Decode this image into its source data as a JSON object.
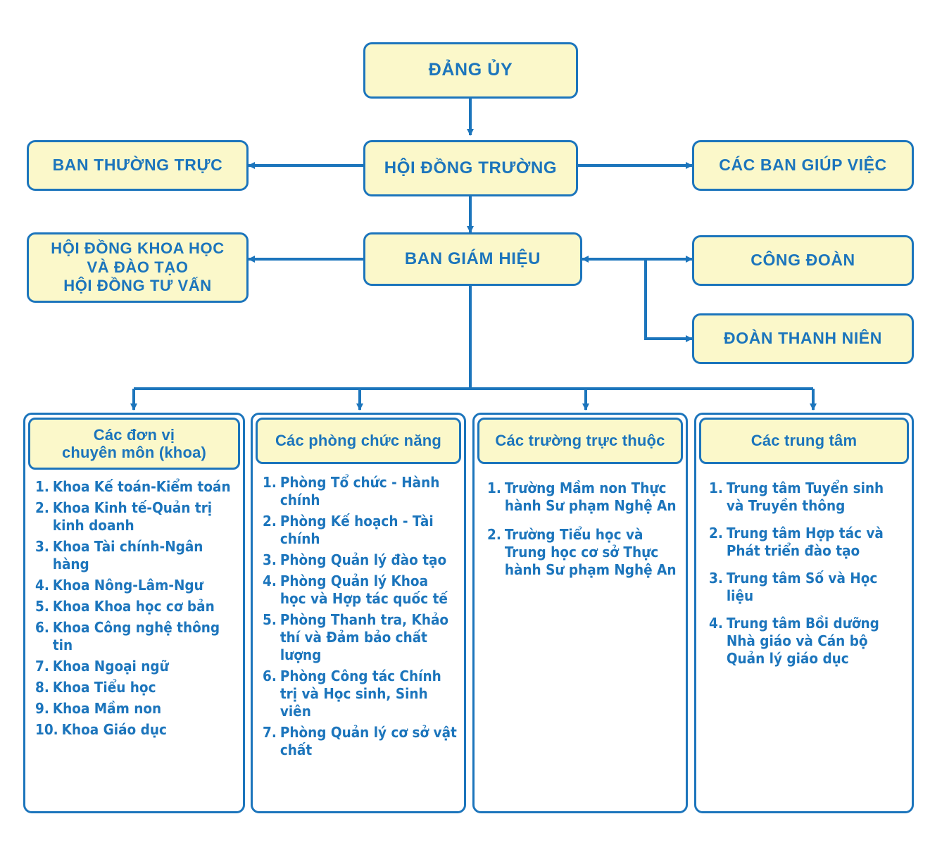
{
  "theme": {
    "box_fill": "#FBF8CA",
    "stroke": "#1C75BC",
    "text": "#1C75BC",
    "page_background": "#FFFFFF"
  },
  "chart_data": {
    "type": "diagram",
    "diagram_kind": "organizational-chart",
    "title": "",
    "nodes": [
      {
        "id": "dang-uy",
        "label": "ĐẢNG ỦY",
        "level": 1
      },
      {
        "id": "hoi-dong-truong",
        "label": "HỘI ĐỒNG TRƯỜNG",
        "level": 2
      },
      {
        "id": "ban-thuong-truc",
        "label": "BAN THƯỜNG TRỰC",
        "level": 2
      },
      {
        "id": "cac-ban-giup-viec",
        "label": "CÁC BAN GIÚP VIỆC",
        "level": 2
      },
      {
        "id": "ban-giam-hieu",
        "label": "BAN GIÁM HIỆU",
        "level": 3
      },
      {
        "id": "hoi-dong-khoa-hoc",
        "label": "HỘI ĐỒNG KHOA HỌC\nVÀ ĐÀO TẠO\nHỘI ĐỒNG TƯ VẤN",
        "level": 3
      },
      {
        "id": "cong-doan",
        "label": "CÔNG ĐOÀN",
        "level": 3
      },
      {
        "id": "doan-thanh-nien",
        "label": "ĐOÀN THANH NIÊN",
        "level": 3
      }
    ],
    "edges": [
      {
        "from": "dang-uy",
        "to": "hoi-dong-truong",
        "style": "arrow-down"
      },
      {
        "from": "hoi-dong-truong",
        "to": "ban-thuong-truc",
        "style": "arrow-left"
      },
      {
        "from": "hoi-dong-truong",
        "to": "cac-ban-giup-viec",
        "style": "arrow-right"
      },
      {
        "from": "hoi-dong-truong",
        "to": "ban-giam-hieu",
        "style": "arrow-down"
      },
      {
        "from": "ban-giam-hieu",
        "to": "hoi-dong-khoa-hoc",
        "style": "arrow-left"
      },
      {
        "from": "ban-giam-hieu",
        "to": "cong-doan",
        "style": "arrow-right"
      },
      {
        "from": "ban-giam-hieu",
        "to": "doan-thanh-nien",
        "style": "arrow-right-elbow"
      },
      {
        "from": "ban-giam-hieu",
        "to": "col-1",
        "style": "bus-down"
      },
      {
        "from": "ban-giam-hieu",
        "to": "col-2",
        "style": "bus-down"
      },
      {
        "from": "ban-giam-hieu",
        "to": "col-3",
        "style": "bus-down"
      },
      {
        "from": "ban-giam-hieu",
        "to": "col-4",
        "style": "bus-down"
      }
    ],
    "columns": [
      {
        "id": "col-1",
        "count": 10
      },
      {
        "id": "col-2",
        "count": 7
      },
      {
        "id": "col-3",
        "count": 2
      },
      {
        "id": "col-4",
        "count": 4
      }
    ]
  },
  "nodes": {
    "dang_uy": "ĐẢNG ỦY",
    "ban_thuong_truc": "BAN THƯỜNG TRỰC",
    "hoi_dong_truong": "HỘI ĐỒNG TRƯỜNG",
    "cac_ban_giup_viec": "CÁC BAN GIÚP VIỆC",
    "hoi_dong_khoa_hoc": "HỘI ĐỒNG KHOA HỌC\nVÀ ĐÀO TẠO\nHỘI ĐỒNG TƯ VẤN",
    "ban_giam_hieu": "BAN GIÁM HIỆU",
    "cong_doan": "CÔNG ĐOÀN",
    "doan_thanh_nien": "ĐOÀN THANH NIÊN"
  },
  "columns": [
    {
      "title": "Các đơn vị\nchuyên môn (khoa)",
      "items": [
        {
          "num": "1.",
          "text": "Khoa Kế toán-Kiểm toán"
        },
        {
          "num": "2.",
          "text": "Khoa Kinh tế-Quản trị kinh doanh"
        },
        {
          "num": "3.",
          "text": "Khoa Tài chính-Ngân hàng"
        },
        {
          "num": "4.",
          "text": "Khoa Nông-Lâm-Ngư"
        },
        {
          "num": "5.",
          "text": "Khoa Khoa học cơ bản"
        },
        {
          "num": "6.",
          "text": "Khoa Công nghệ thông tin"
        },
        {
          "num": "7.",
          "text": "Khoa Ngoại ngữ"
        },
        {
          "num": "8.",
          "text": "Khoa Tiểu học"
        },
        {
          "num": "9.",
          "text": "Khoa Mầm non"
        },
        {
          "num": "10.",
          "text": "Khoa Giáo dục"
        }
      ]
    },
    {
      "title": "Các phòng chức năng",
      "items": [
        {
          "num": "1.",
          "text": "Phòng Tổ chức - Hành chính"
        },
        {
          "num": "2.",
          "text": "Phòng Kế hoạch - Tài chính"
        },
        {
          "num": "3.",
          "text": "Phòng Quản lý đào tạo"
        },
        {
          "num": "4.",
          "text": "Phòng Quản lý Khoa học và Hợp tác quốc tế"
        },
        {
          "num": "5.",
          "text": "Phòng Thanh tra, Khảo thí và Đảm bảo chất lượng"
        },
        {
          "num": "6.",
          "text": "Phòng Công tác Chính trị và Học sinh, Sinh viên"
        },
        {
          "num": "7.",
          "text": "Phòng Quản lý cơ sở vật chất"
        }
      ]
    },
    {
      "title": "Các trường trực thuộc",
      "items": [
        {
          "num": "1.",
          "text": "Trường Mầm non Thực hành Sư phạm Nghệ An"
        },
        {
          "num": "2.",
          "text": "Trường Tiểu học và Trung học cơ sở Thực hành Sư phạm Nghệ An"
        }
      ]
    },
    {
      "title": "Các trung tâm",
      "items": [
        {
          "num": "1.",
          "text": "Trung tâm Tuyển sinh và Truyền thông"
        },
        {
          "num": "2.",
          "text": "Trung tâm Hợp tác và Phát triển đào tạo"
        },
        {
          "num": "3.",
          "text": "Trung tâm Số và Học liệu"
        },
        {
          "num": "4.",
          "text": "Trung tâm Bồi dưỡng Nhà giáo và Cán bộ Quản lý giáo dục"
        }
      ]
    }
  ]
}
